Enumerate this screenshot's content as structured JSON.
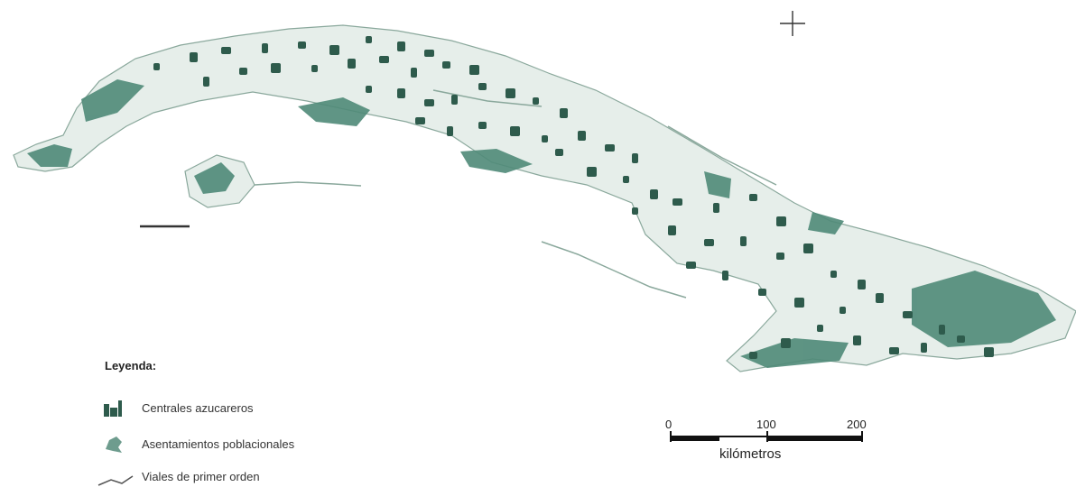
{
  "legend": {
    "title": "Leyenda:",
    "items": [
      {
        "label": "Centrales azucareros",
        "icon": "sugar-mill-icon"
      },
      {
        "label": "Asentamientos poblacionales",
        "icon": "settlement-icon"
      },
      {
        "label": "Viales de primer orden",
        "icon": "road-icon"
      }
    ]
  },
  "scale_bar": {
    "ticks": [
      "0",
      "100",
      "200"
    ],
    "unit": "kilómetros"
  },
  "colors": {
    "land": "#4f8a78",
    "mill": "#2e5b4c",
    "outline": "#8aa89c"
  }
}
